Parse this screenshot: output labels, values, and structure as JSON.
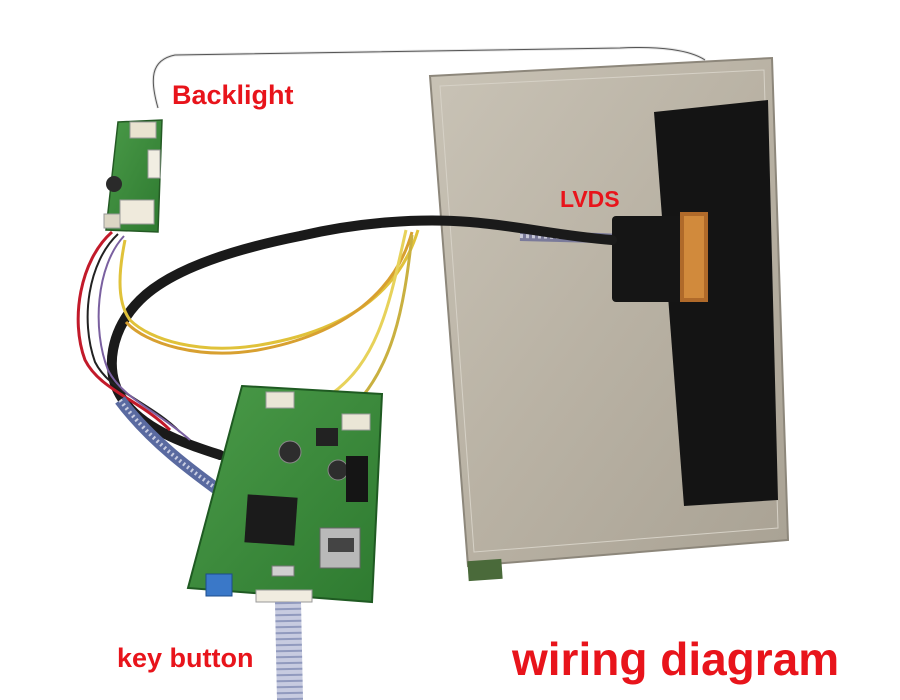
{
  "labels": {
    "backlight": "Backlight",
    "lvds": "LVDS",
    "key_button": "key button",
    "title": "wiring diagram"
  },
  "colors": {
    "label_red": "#e8141b",
    "panel_silver": "#bdb6a8",
    "panel_black": "#141414",
    "pcb_green": "#3a8a3a",
    "cable_black": "#1a1a1a"
  }
}
